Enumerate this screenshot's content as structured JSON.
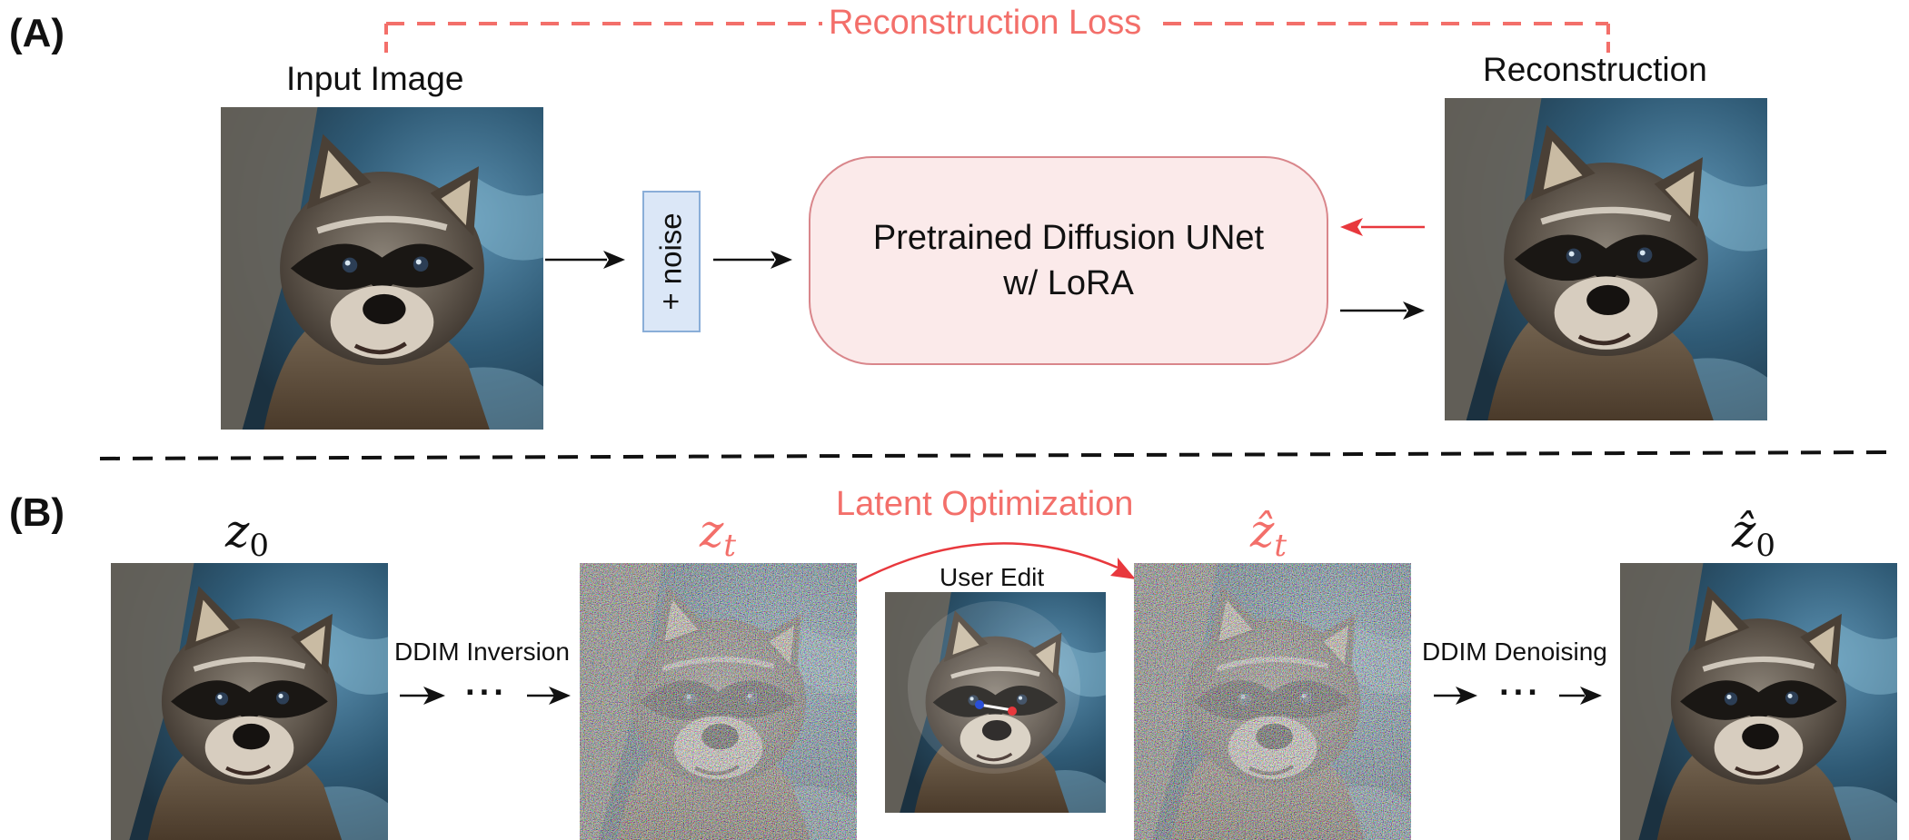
{
  "panel_a": {
    "label": "(A)",
    "loss_label": "Reconstruction Loss",
    "input_caption": "Input Image",
    "noise_label": "+ noise",
    "unet_line1": "Pretrained Diffusion UNet",
    "unet_line2": "w/ LoRA",
    "output_caption": "Reconstruction"
  },
  "panel_b": {
    "label": "(B)",
    "optimization_label": "Latent Optimization",
    "z0": {
      "symbol": "z",
      "subscript": "0"
    },
    "zt": {
      "symbol": "z",
      "subscript": "t"
    },
    "zt_hat": {
      "symbol": "ẑ",
      "subscript": "t"
    },
    "z0_hat": {
      "symbol": "ẑ",
      "subscript": "0"
    },
    "inversion_label": "DDIM Inversion",
    "user_edit_label": "User Edit",
    "denoising_label": "DDIM Denoising",
    "ellipsis": "···"
  },
  "colors": {
    "accent_red": "#f36f6a",
    "arrow_red": "#e8383d",
    "unet_fill": "#fbeaea",
    "unet_border": "#d9868b",
    "noise_fill": "#dbe7f7",
    "noise_border": "#8aaed8"
  }
}
